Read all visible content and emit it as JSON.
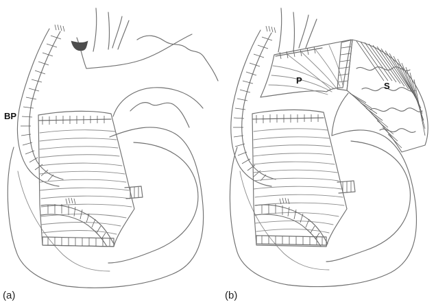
{
  "panels": [
    {
      "id": "a",
      "caption": "(a)",
      "labels": [
        "BP"
      ]
    },
    {
      "id": "b",
      "caption": "(b)",
      "labels": [
        "P",
        "S"
      ]
    }
  ]
}
